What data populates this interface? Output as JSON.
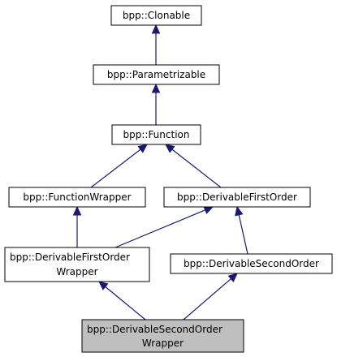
{
  "diagram": {
    "colors": {
      "edge": "#191970",
      "node_fill": "#ffffff",
      "highlight_fill": "#bfbfbf",
      "border": "#000000"
    },
    "nodes": {
      "clonable": {
        "lines": [
          "bpp::Clonable"
        ]
      },
      "parametrizable": {
        "lines": [
          "bpp::Parametrizable"
        ]
      },
      "function": {
        "lines": [
          "bpp::Function"
        ]
      },
      "function_wrapper": {
        "lines": [
          "bpp::FunctionWrapper"
        ]
      },
      "derivable_first_order": {
        "lines": [
          "bpp::DerivableFirstOrder"
        ]
      },
      "derivable_first_order_wrapper": {
        "lines": [
          "bpp::DerivableFirstOrder",
          "Wrapper"
        ]
      },
      "derivable_second_order": {
        "lines": [
          "bpp::DerivableSecondOrder"
        ]
      },
      "derivable_second_order_wrapper": {
        "lines": [
          "bpp::DerivableSecondOrder",
          "Wrapper"
        ],
        "highlighted": true
      }
    },
    "edges": [
      {
        "from": "parametrizable",
        "to": "clonable"
      },
      {
        "from": "function",
        "to": "parametrizable"
      },
      {
        "from": "function_wrapper",
        "to": "function"
      },
      {
        "from": "derivable_first_order",
        "to": "function"
      },
      {
        "from": "derivable_first_order_wrapper",
        "to": "function_wrapper"
      },
      {
        "from": "derivable_first_order_wrapper",
        "to": "derivable_first_order"
      },
      {
        "from": "derivable_second_order",
        "to": "derivable_first_order"
      },
      {
        "from": "derivable_second_order_wrapper",
        "to": "derivable_first_order_wrapper"
      },
      {
        "from": "derivable_second_order_wrapper",
        "to": "derivable_second_order"
      }
    ]
  }
}
